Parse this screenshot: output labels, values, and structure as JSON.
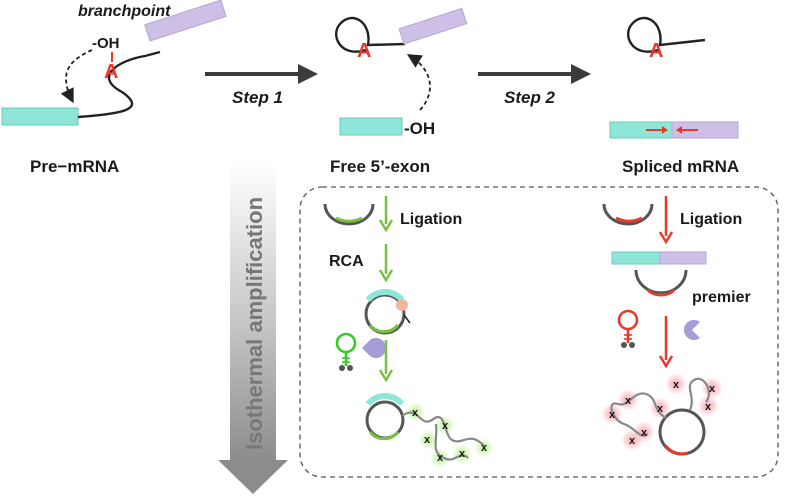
{
  "labels": {
    "branchpoint": "branchpoint",
    "oh_left": "-OH",
    "a_left": "A",
    "a_mid": "A",
    "a_right": "A",
    "step1": "Step 1",
    "step2": "Step 2",
    "oh_mid": "-OH",
    "pre_mrna": "Pre−mRNA",
    "free_exon": "Free 5’-exon",
    "spliced": "Spliced mRNA",
    "ligation_left": "Ligation",
    "ligation_right": "Ligation",
    "rca": "RCA",
    "premier": "premier",
    "isothermal": "Isothermal amplification"
  },
  "markers": [
    "x",
    "x",
    "x",
    "x",
    "x",
    "x",
    "x",
    "x",
    "x",
    "x",
    "x",
    "x",
    "x",
    "x"
  ],
  "colors": {
    "exon5": "#8ee6d8",
    "exon3": "#cdbfe6",
    "green": "#7ac143",
    "bright_green": "#33cc22",
    "red": "#e8392b",
    "dark": "#222222",
    "arrow": "#3b3b3b",
    "bar": "#a9a9a9"
  }
}
